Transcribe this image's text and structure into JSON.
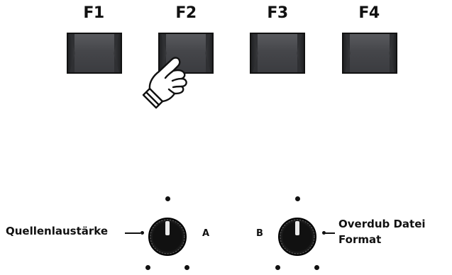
{
  "function_keys": [
    {
      "label": "F1"
    },
    {
      "label": "F2"
    },
    {
      "label": "F3"
    },
    {
      "label": "F4"
    }
  ],
  "knobs": {
    "left": {
      "label": "Quellenlaustärke",
      "right_mark": "A"
    },
    "right": {
      "left_mark": "B",
      "label_line1": "Overdub Datei",
      "label_line2": "Format"
    }
  },
  "icons": {
    "pointer": "pointing-hand-icon",
    "knob": "rotary-knob-icon"
  },
  "colors": {
    "key_face": "#45464a",
    "key_border": "#111111",
    "text": "#111111",
    "background": "#ffffff"
  }
}
